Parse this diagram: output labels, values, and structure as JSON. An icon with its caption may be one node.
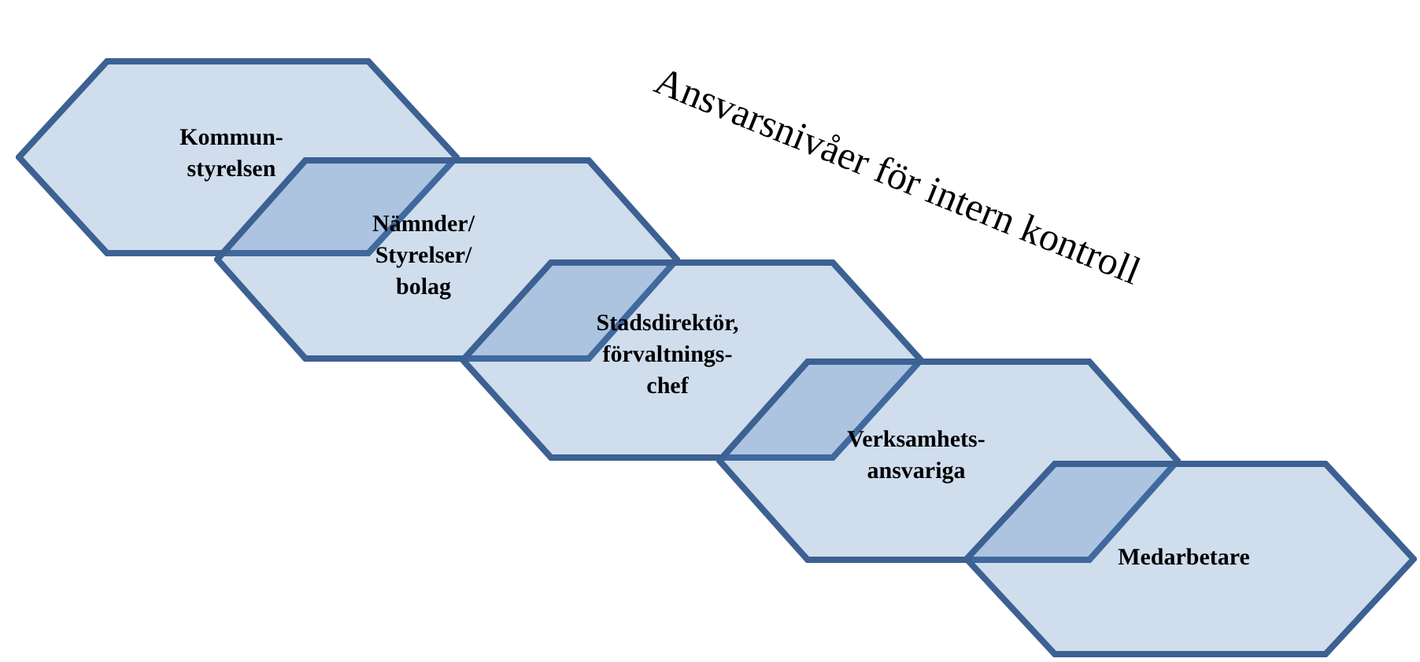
{
  "diagram": {
    "title": "Ansvarsnivåer för intern kontroll",
    "nodes": [
      {
        "text": [
          "Kommun- styrelsen"
        ]
      },
      {
        "text": [
          "Nämnder/ Styrelser/ bolag"
        ]
      },
      {
        "text": [
          "Stadsdirektör, förvaltnings- chef"
        ]
      },
      {
        "text": [
          "Verksamhets- ansvariga"
        ]
      },
      {
        "text": [
          "Medarbetare"
        ]
      }
    ]
  }
}
